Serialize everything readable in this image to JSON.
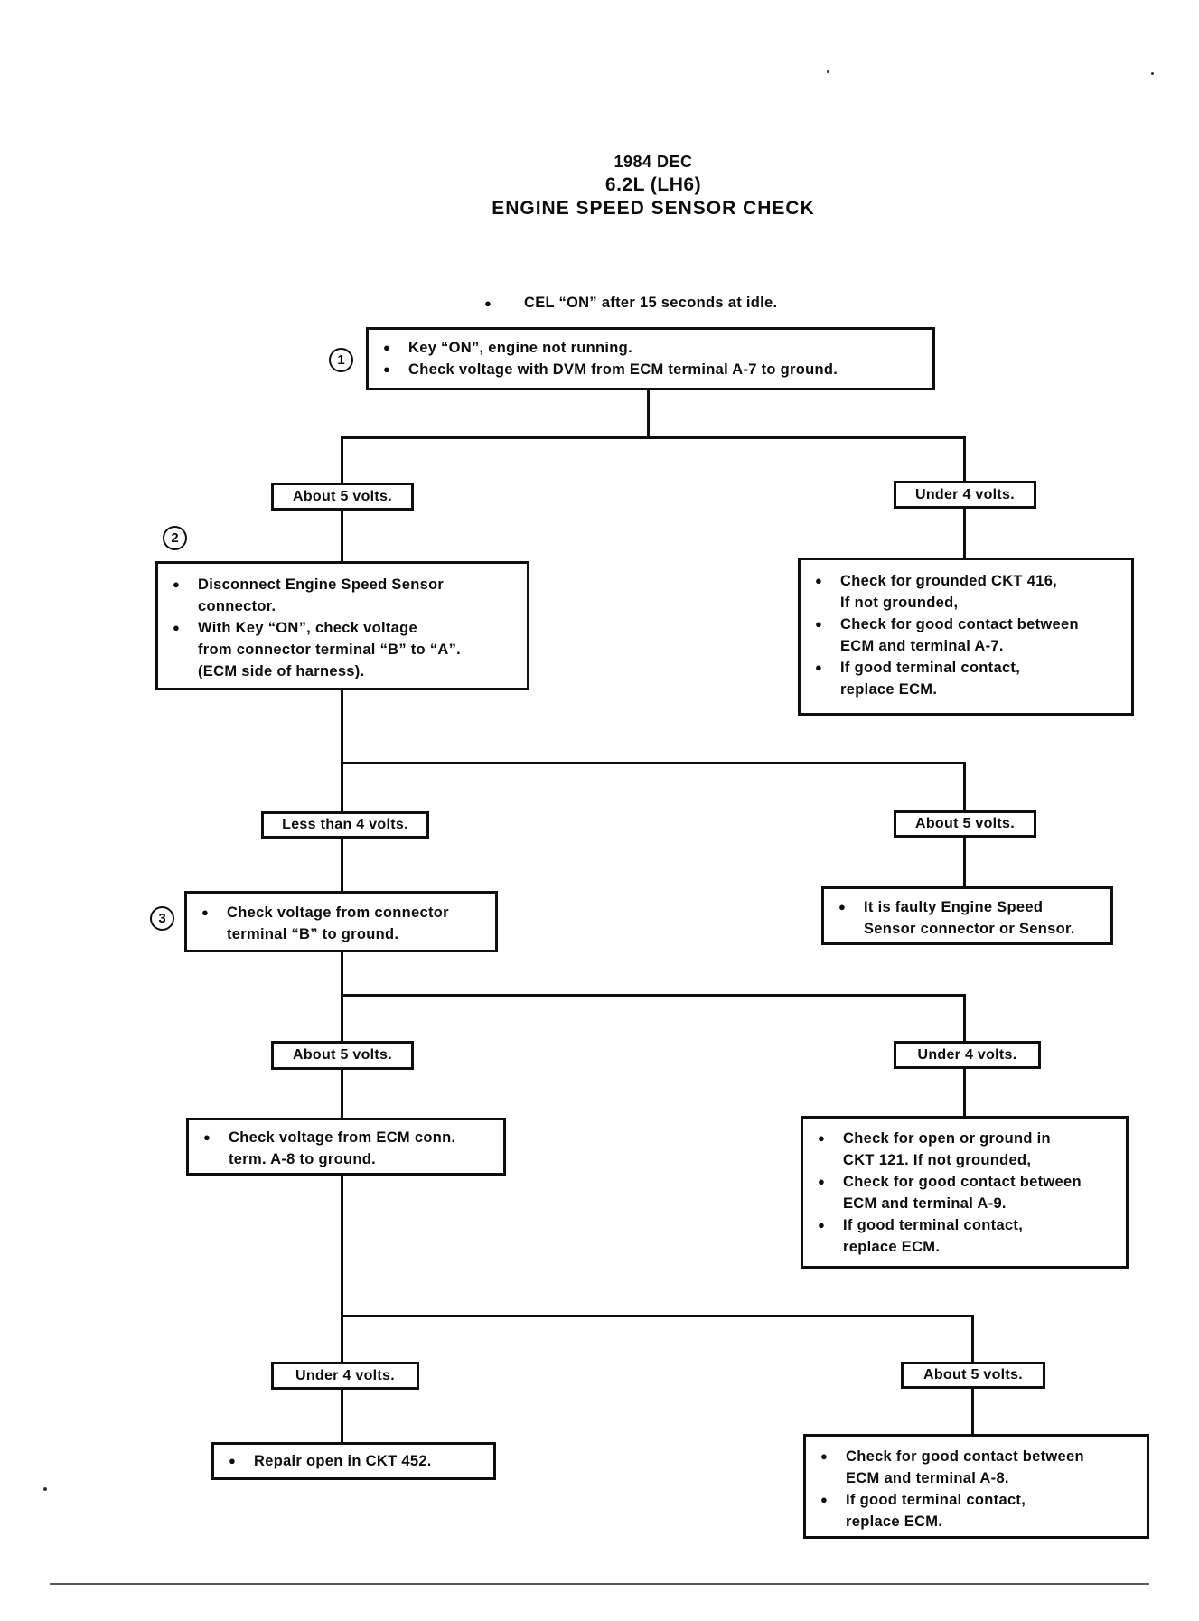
{
  "glyphs": {
    "bullet": "●"
  },
  "title": {
    "line1": "1984 DEC",
    "line2": "6.2L (LH6)",
    "line3": "ENGINE SPEED SENSOR CHECK"
  },
  "intro": {
    "text": "CEL “ON” after 15 seconds at idle."
  },
  "step1": {
    "number": "1",
    "b1": "Key “ON”, engine not running.",
    "b2": "Check voltage with DVM from ECM terminal A-7 to ground."
  },
  "level2": {
    "left_label": "About 5 volts.",
    "right_label": "Under 4 volts."
  },
  "step2": {
    "number": "2",
    "b1": "Disconnect Engine Speed Sensor\nconnector.",
    "b2": "With Key “ON”, check voltage\nfrom connector terminal “B” to “A”.\n(ECM side of harness)."
  },
  "box_ckt416": {
    "b1": "Check for grounded CKT 416,\nIf not grounded,",
    "b2": "Check for good contact between\nECM and terminal A-7.",
    "b3": "If good terminal contact,\nreplace ECM."
  },
  "level3": {
    "left_label": "Less than 4 volts.",
    "right_label": "About 5 volts."
  },
  "step3": {
    "number": "3",
    "b1": "Check voltage from connector\nterminal “B” to ground."
  },
  "box_faulty_sensor": {
    "b1": "It is faulty Engine Speed\nSensor connector or Sensor."
  },
  "level4": {
    "left_label": "About 5 volts.",
    "right_label": "Under 4 volts."
  },
  "box_a8_voltage": {
    "b1": "Check voltage from ECM conn.\nterm. A-8 to ground."
  },
  "box_ckt121": {
    "b1": "Check for open or ground in\nCKT 121. If not grounded,",
    "b2": "Check for good contact between\nECM and terminal A-9.",
    "b3": "If good terminal contact,\nreplace ECM."
  },
  "level5": {
    "left_label": "Under 4 volts.",
    "right_label": "About 5 volts."
  },
  "box_ckt452": {
    "b1": "Repair open in CKT 452."
  },
  "box_a8_contact": {
    "b1": "Check for good contact between\nECM and terminal A-8.",
    "b2": "If good terminal contact,\nreplace ECM."
  }
}
